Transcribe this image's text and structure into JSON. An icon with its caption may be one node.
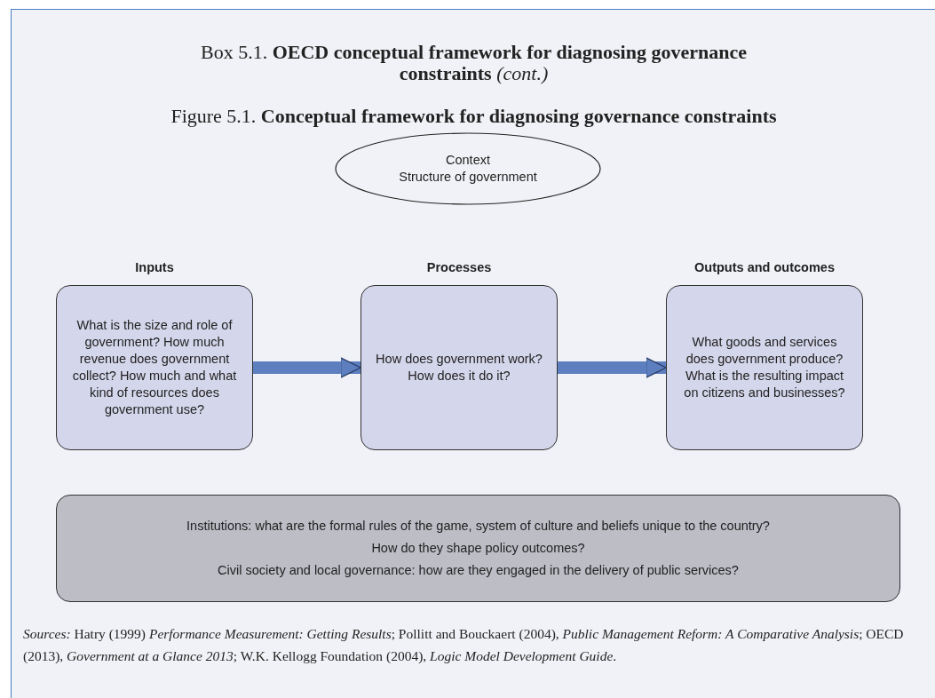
{
  "diagram": {
    "title": "Box 5.1. **OECD conceptual framework for diagnosing governance constraints** *(cont.)*",
    "caption": "*Sources:* Hatry (1999) *Performance Measurement: Getting Results*;  Pollitt and Bouckaert (2004), *Public Management Reform: A Comparative Analysis*; OECD (2013), *Government at a Glance 2013*; W.K. Kellogg Foundation (2004), *Logic Model Development Guide*.",
    "labels": [
      "Figure 5.1. **Conceptual framework for diagnosing governance constraints**"
    ],
    "nodes": [
      {
        "text": [
          "Context",
          "Structure of government"
        ]
      },
      {
        "text": [
          "Inputs",
          "What is the size and role of government? How much revenue does government collect? How much and what kind of resources does government use?"
        ]
      },
      {
        "text": [
          "Processes",
          "How does government work? How does it do it?"
        ]
      },
      {
        "text": [
          "Outputs and outcomes",
          "What goods and services does government produce? What is the resulting impact on citizens and businesses?"
        ]
      },
      {
        "text": [
          "Institutions: what are the formal rules of the game, system of culture and beliefs unique to the country?",
          "How do they shape policy outcomes?",
          "Civil society and local governance: how are they engaged in the delivery of public services?"
        ]
      }
    ],
    "edges": [
      {
        "from": 1,
        "to": 2,
        "arrow": "to"
      },
      {
        "from": 2,
        "to": 3,
        "arrow": "to"
      }
    ]
  }
}
